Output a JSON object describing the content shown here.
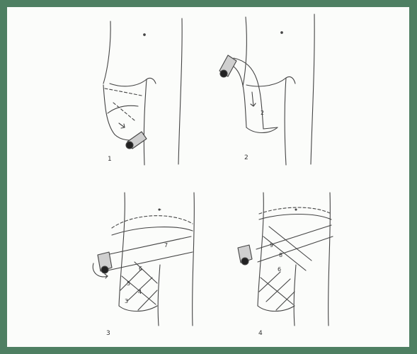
{
  "figure": {
    "step_labels": [
      "1",
      "2",
      "3",
      "4"
    ],
    "bandage_numbers": {
      "step2": [
        "2"
      ],
      "step3": [
        "3",
        "4",
        "5",
        "6",
        "7"
      ],
      "step4": [
        "6",
        "8",
        "9"
      ]
    }
  }
}
